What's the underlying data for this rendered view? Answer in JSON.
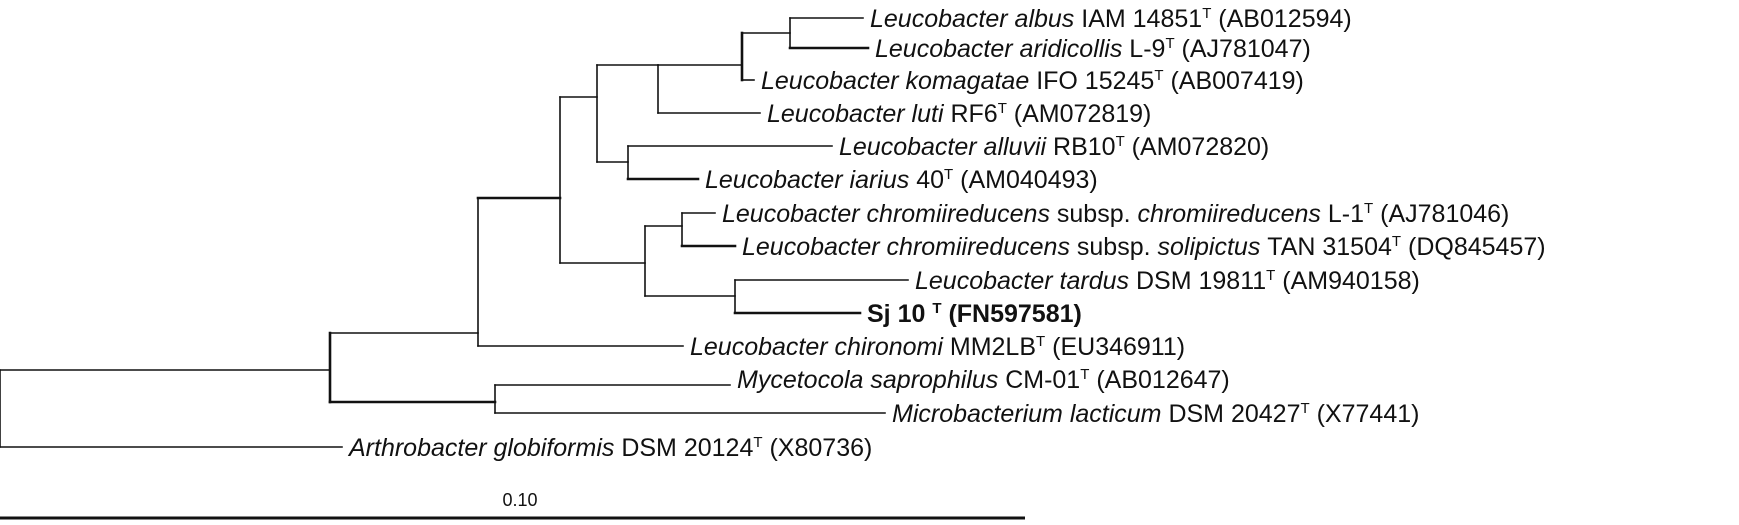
{
  "taxa": [
    {
      "italic": "Leucobacter albus",
      "strain": "IAM 14851",
      "sup": "T",
      "accession": "(AB012594)"
    },
    {
      "italic": "Leucobacter aridicollis",
      "strain": "L-9",
      "sup": "T",
      "accession": "(AJ781047)"
    },
    {
      "italic": "Leucobacter komagatae",
      "strain": "IFO 15245",
      "sup": "T",
      "accession": "(AB007419)"
    },
    {
      "italic": "Leucobacter luti",
      "strain": "RF6",
      "sup": "T",
      "accession": "(AM072819)"
    },
    {
      "italic": "Leucobacter alluvii",
      "strain": "RB10",
      "sup": "T",
      "accession": "(AM072820)"
    },
    {
      "italic": "Leucobacter iarius",
      "strain": "40",
      "sup": "T",
      "accession": "(AM040493)"
    },
    {
      "italic": "Leucobacter chromiireducens",
      "subsp": "subsp.",
      "subsp_name": "chromiireducens",
      "strain": "L-1",
      "sup": "T",
      "accession": "(AJ781046)"
    },
    {
      "italic": "Leucobacter chromiireducens",
      "subsp": "subsp.",
      "subsp_name": "solipictus",
      "strain": "TAN 31504",
      "sup": "T",
      "accession": "(DQ845457)"
    },
    {
      "italic": "Leucobacter tardus",
      "strain": "DSM 19811",
      "sup": "T",
      "accession": "(AM940158)"
    },
    {
      "bold_name": "Sj 10",
      "sup": "T",
      "bold_accession": "(FN597581)"
    },
    {
      "italic": "Leucobacter chironomi",
      "strain": "MM2LB",
      "sup": "T",
      "accession": "(EU346911)"
    },
    {
      "italic": "Mycetocola saprophilus",
      "strain": "CM-01",
      "sup": "T",
      "accession": "(AB012647)"
    },
    {
      "italic": "Microbacterium lacticum",
      "strain": "DSM 20427",
      "sup": "T",
      "accession": "(X77441)"
    },
    {
      "italic": "Arthrobacter globiformis",
      "strain": "DSM 20124",
      "sup": "T",
      "accession": "(X80736)"
    }
  ],
  "scale_bar": {
    "label": "0.10"
  }
}
